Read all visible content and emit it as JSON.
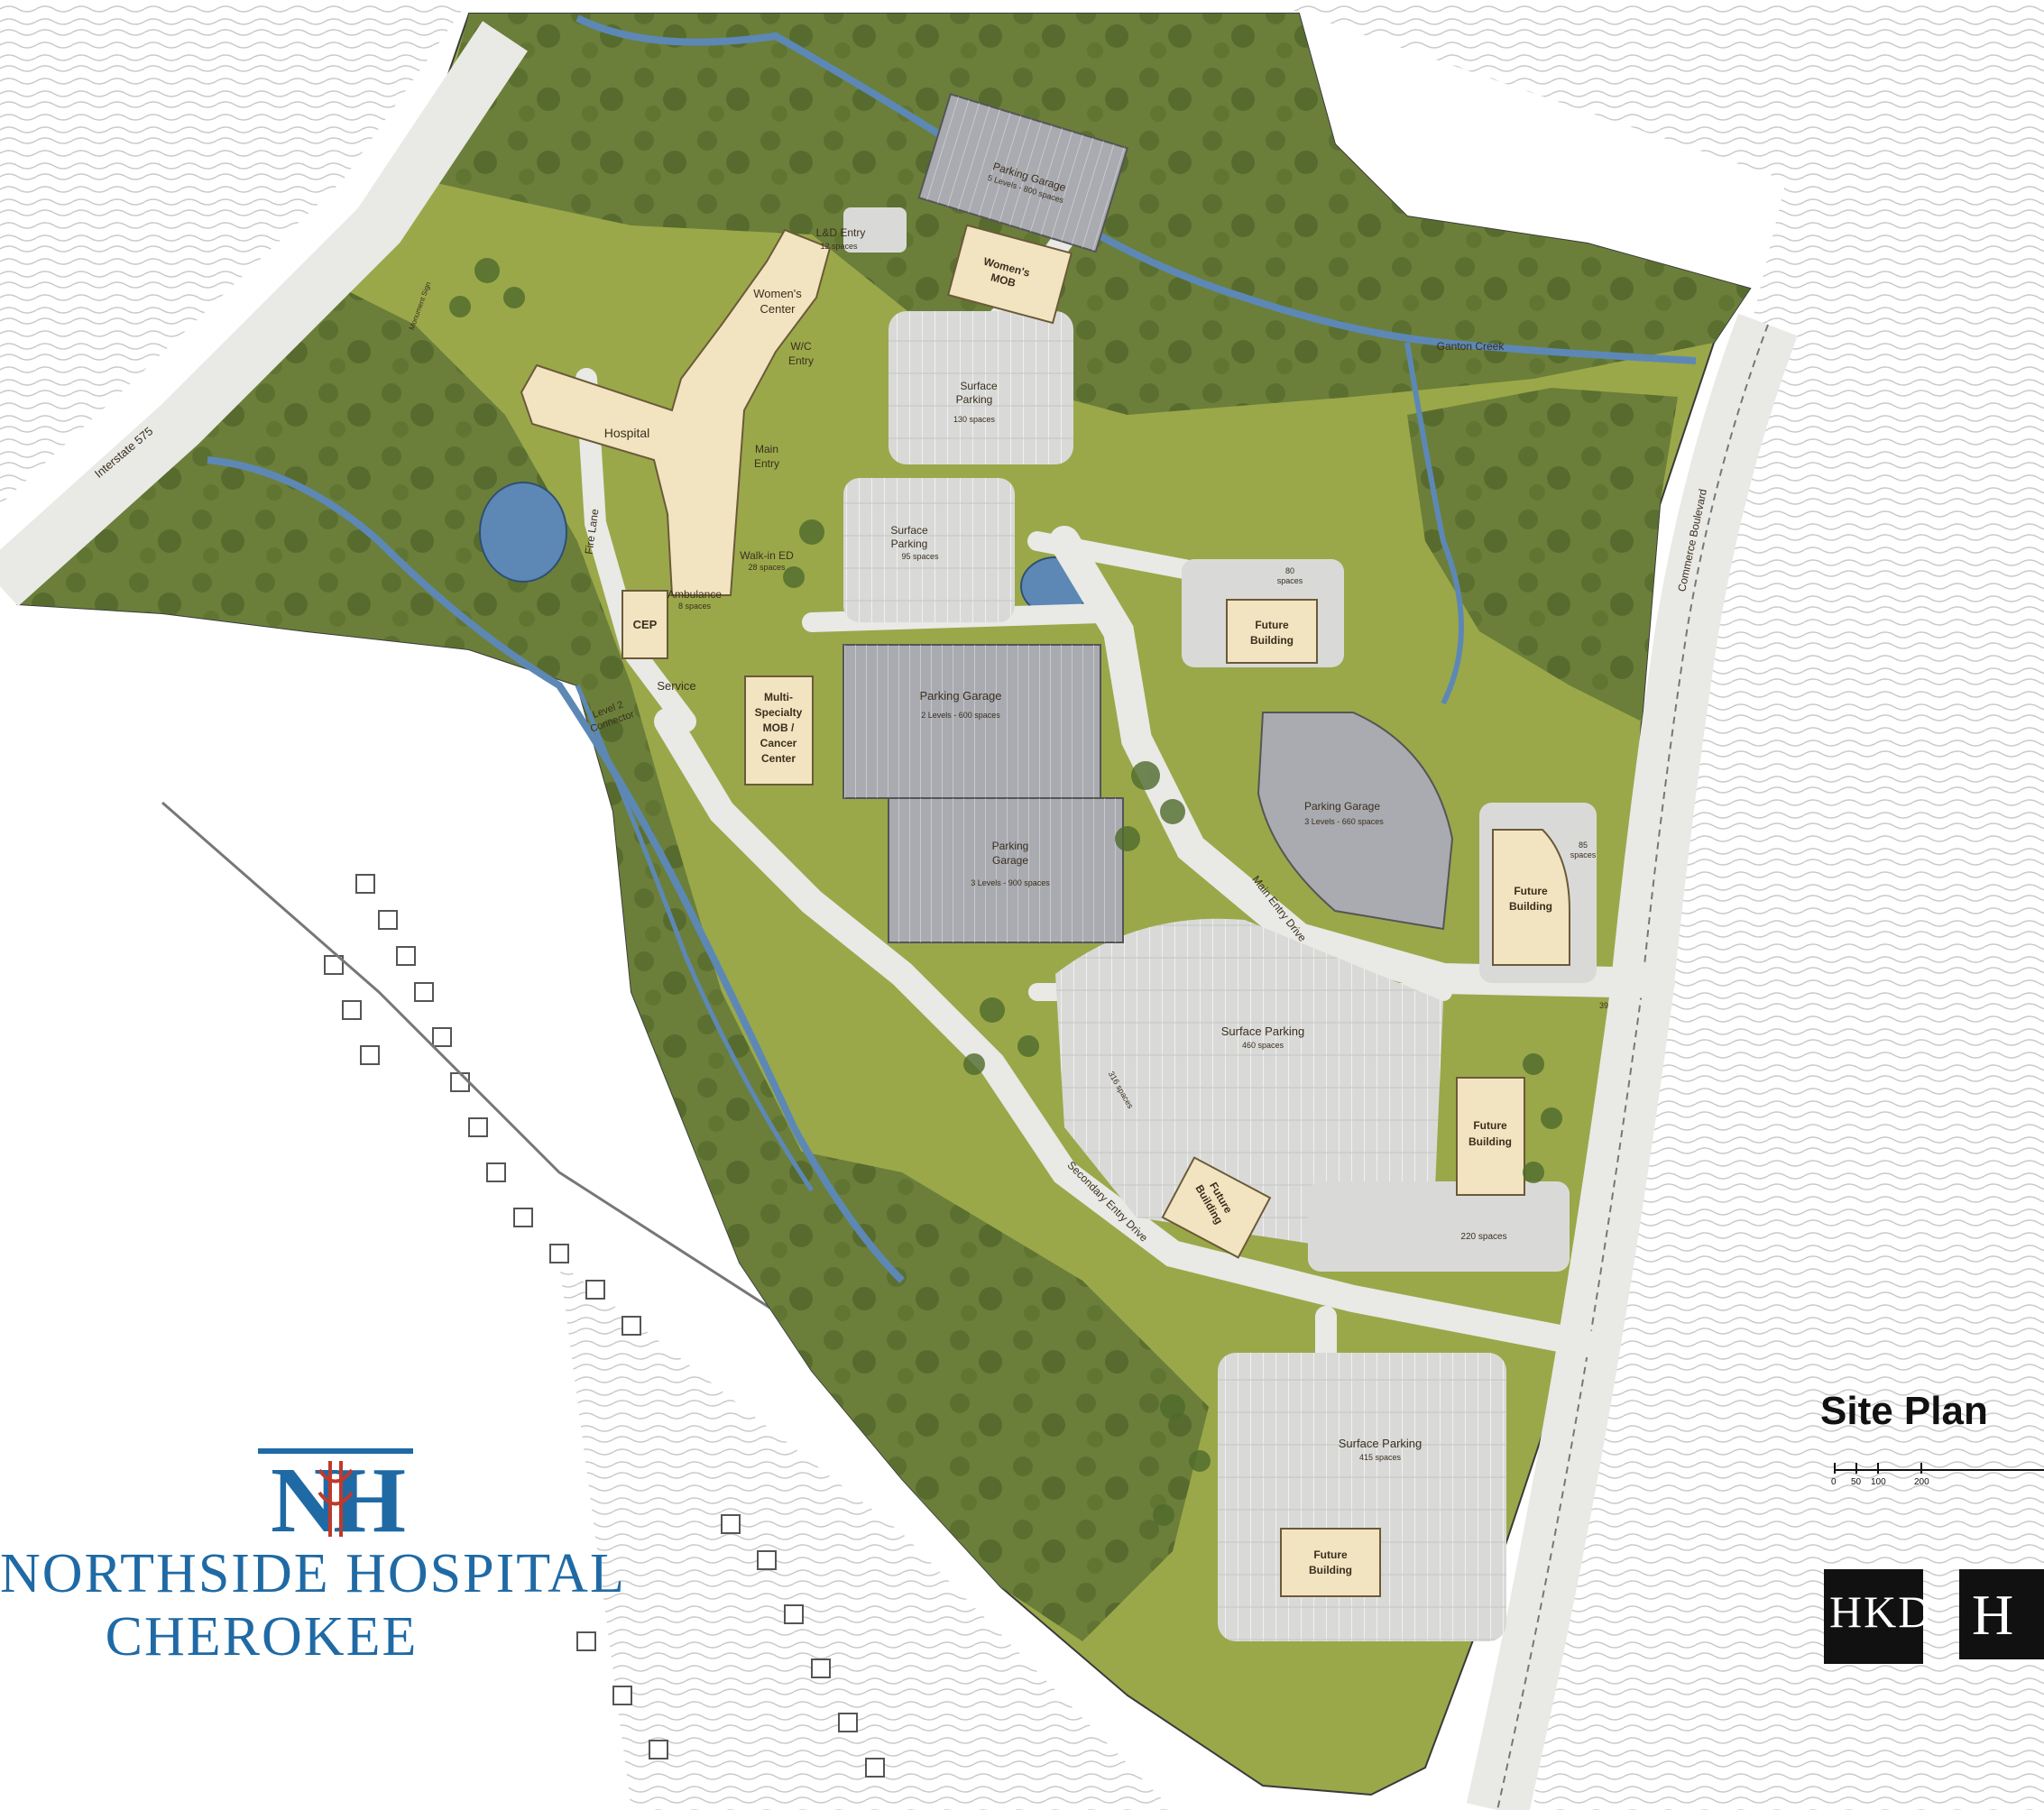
{
  "logo": {
    "initials": "NH",
    "line1": "NORTHSIDE HOSPITAL",
    "line2": "CHEROKEE",
    "color": "#1f6aa5",
    "accent_color": "#c0392b"
  },
  "title": "Site Plan",
  "scale_bar": [
    "0",
    "50",
    "100",
    "200"
  ],
  "architect_marks": [
    "HKD",
    "H"
  ],
  "labels": {
    "hospital": "Hospital",
    "womens_center_1": "Women's",
    "womens_center_2": "Center",
    "womens_mob_1": "Women's",
    "womens_mob_2": "MOB",
    "ld_entry": "L&D Entry",
    "ld_spaces": "12 spaces",
    "wc_entry_1": "W/C",
    "wc_entry_2": "Entry",
    "main_entry_1": "Main",
    "main_entry_2": "Entry",
    "walk_in_ed": "Walk-in ED",
    "walk_in_spaces": "28 spaces",
    "ambulance": "Ambulance",
    "ambulance_spaces": "8 spaces",
    "cep": "CEP",
    "service": "Service",
    "fire_lane": "Fire Lane",
    "level2_1": "Level 2",
    "level2_2": "Connector",
    "interstate": "Interstate 575",
    "ganton_creek": "Ganton Creek",
    "commerce_blvd": "Commerce Boulevard",
    "main_entry_drive": "Main Entry Drive",
    "secondary_entry_drive": "Secondary Entry Drive",
    "pg_top_1": "Parking Garage",
    "pg_top_2": "5 Levels - 800 spaces",
    "surface_top_1": "Surface",
    "surface_top_2": "Parking",
    "surface_top_3": "130 spaces",
    "surface_mid_1": "Surface",
    "surface_mid_2": "Parking",
    "surface_mid_3": "95 spaces",
    "pg_center_1": "Parking Garage",
    "pg_center_2": "2 Levels - 600 spaces",
    "pg_lower_1": "Parking",
    "pg_lower_2": "Garage",
    "pg_lower_3": "3 Levels - 900 spaces",
    "pg_right_1": "Parking Garage",
    "pg_right_2": "3 Levels - 660 spaces",
    "multi_1": "Multi-",
    "multi_2": "Specialty",
    "multi_3": "MOB /",
    "multi_4": "Cancer",
    "multi_5": "Center",
    "future": "Future",
    "building": "Building",
    "sp80": "80",
    "sp80b": "spaces",
    "sp85": "85",
    "sp85b": "spaces",
    "sp39": "39",
    "sp_460_1": "Surface Parking",
    "sp_460_2": "460 spaces",
    "sp_316": "316 spaces",
    "sp_220": "220 spaces",
    "sp_415_1": "Surface Parking",
    "sp_415_2": "415 spaces",
    "monument": "Monument Sign"
  },
  "colors": {
    "grass": "#9aa84a",
    "forest": "#6b7f3a",
    "building": "#f2e4c0",
    "parking": "#d9dad8",
    "garage": "#a9abb0",
    "water": "#5d88b5",
    "road": "#e9e9e6",
    "contour": "#c9c9c9"
  }
}
